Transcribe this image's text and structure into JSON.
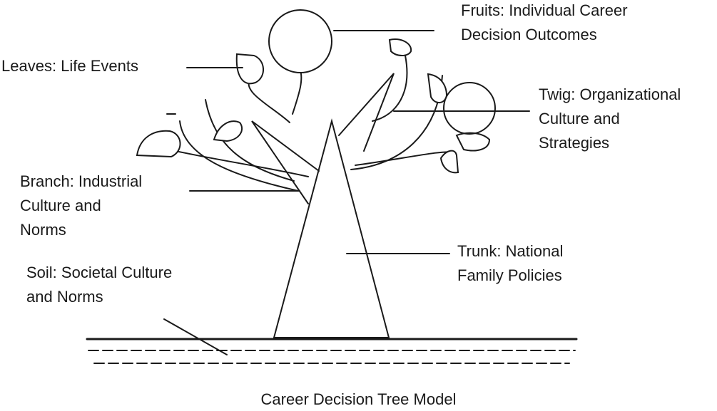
{
  "labels": {
    "fruits": {
      "line1": "Fruits: Individual Career",
      "line2": "Decision Outcomes"
    },
    "leaves": {
      "line1": "Leaves: Life Events"
    },
    "twig": {
      "line1": "Twig: Organizational",
      "line2": "Culture and",
      "line3": "Strategies"
    },
    "branch": {
      "line1": "Branch: Industrial",
      "line2": "Culture and",
      "line3": "Norms"
    },
    "trunk": {
      "line1": "Trunk: National",
      "line2": "Family Policies"
    },
    "soil": {
      "line1": "Soil: Societal Culture",
      "line2": "and Norms"
    }
  },
  "caption": "Career Decision Tree Model",
  "colors": {
    "stroke": "#1a1a1a",
    "background": "#ffffff"
  }
}
